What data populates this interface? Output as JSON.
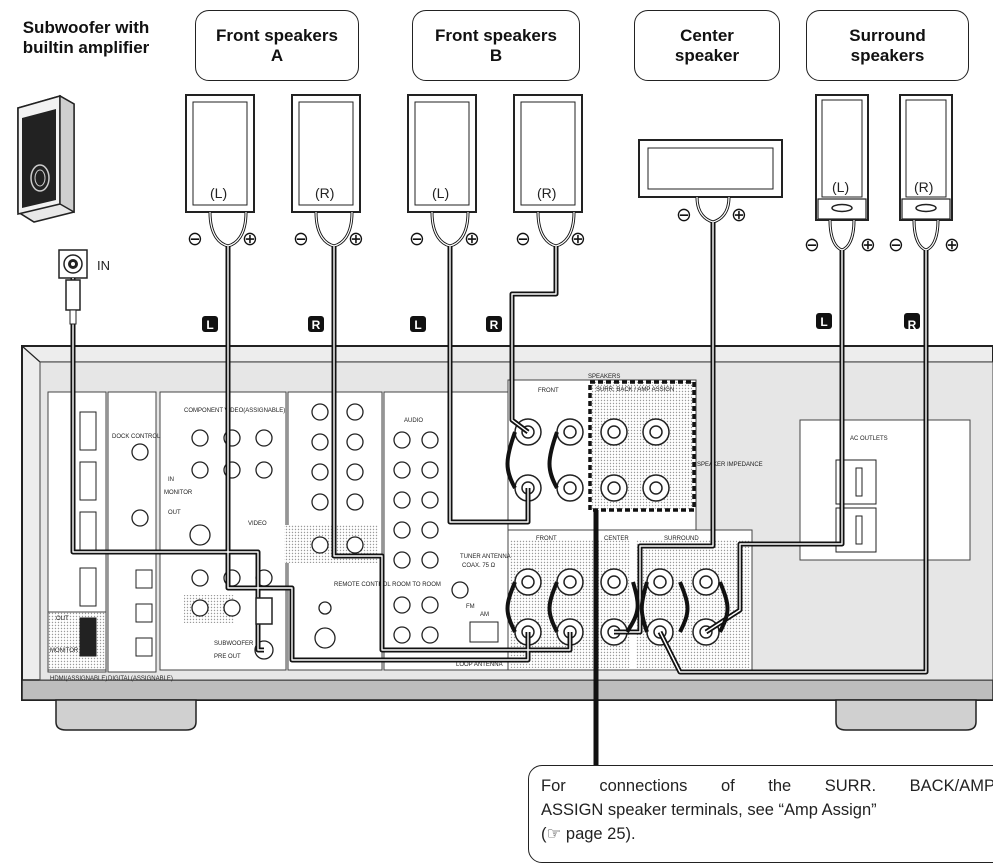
{
  "labels": {
    "subwoofer": [
      "Subwoofer  with",
      "builtin amplifier"
    ],
    "front_a": [
      "Front speakers",
      "A"
    ],
    "front_b": [
      "Front speakers",
      "B"
    ],
    "center": [
      "Center",
      "speaker"
    ],
    "surround": [
      "Surround",
      "speakers"
    ]
  },
  "speaker_marks": {
    "left": "(L)",
    "right": "(R)",
    "minus": "⊖",
    "plus": "⊕"
  },
  "channel_badges": {
    "left": "L",
    "right": "R"
  },
  "sub_input": "IN",
  "panel": {
    "speakers": "SPEAKERS",
    "front": "FRONT",
    "surr_back": "SURR. BACK / AMP ASSIGN",
    "center": "CENTER",
    "surround": "SURROUND",
    "impedance": "SPEAKER IMPEDANCE",
    "component": "COMPONENT VIDEO(ASSIGNABLE)",
    "dock": "DOCK CONTROL",
    "tuner": "TUNER ANTENNA",
    "coax": "COAX. 75 Ω",
    "am": "AM",
    "fm": "FM",
    "loop": "LOOP ANTENNA",
    "remote": "REMOTE CONTROL ROOM TO ROOM",
    "subwoofer_out": "SUBWOOFER",
    "pre_out": "PRE OUT",
    "outlets": "AC OUTLETS",
    "hdmi": "HDMI(ASSIGNABLE)",
    "digital": "DIGITAL(ASSIGNABLE)",
    "audio": "AUDIO",
    "video": "VIDEO",
    "monitor": "MONITOR",
    "out": "OUT",
    "in": "IN"
  },
  "note": {
    "line1": [
      "For",
      "connections",
      "of",
      "the",
      "SURR.",
      "BACK/AMP"
    ],
    "line2": "ASSIGN speaker terminals, see “Amp Assign”",
    "line3_icon": "☞",
    "line3": "page 25)."
  }
}
